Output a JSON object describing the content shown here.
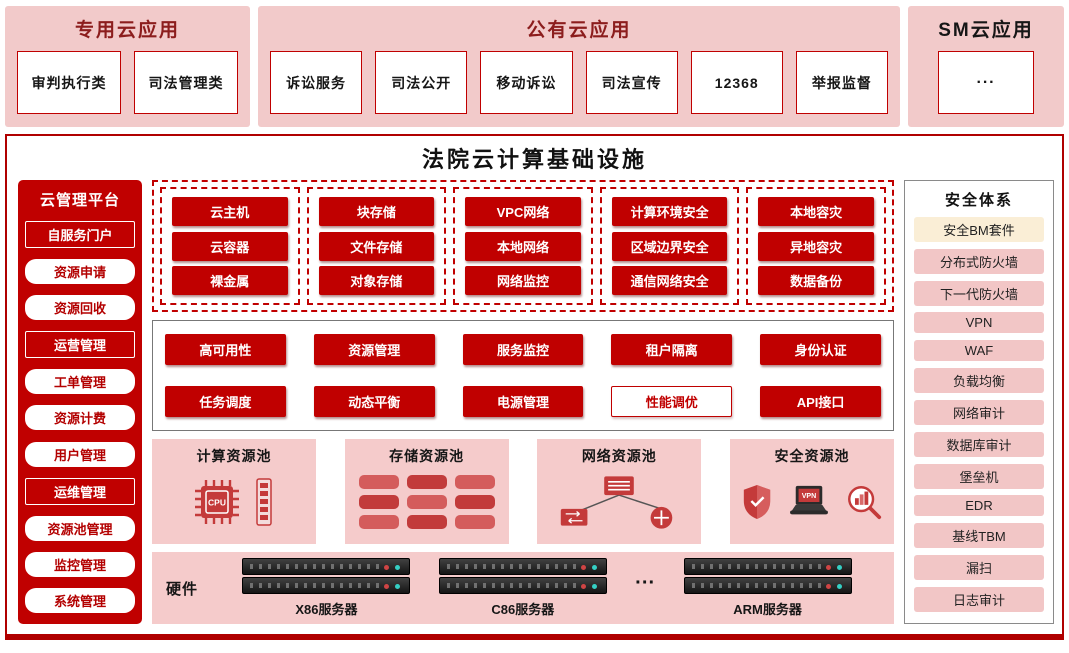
{
  "top": {
    "panels": [
      {
        "title": "专用云应用",
        "items": [
          "审判执行类",
          "司法管理类"
        ]
      },
      {
        "title": "公有云应用",
        "items": [
          "诉讼服务",
          "司法公开",
          "移动诉讼",
          "司法宣传",
          "12368",
          "举报监督"
        ]
      },
      {
        "title": "SM云应用",
        "items": [
          "···"
        ]
      }
    ]
  },
  "main": {
    "title": "法院云计算基础设施",
    "cloud_platform": {
      "title": "云管理平台",
      "sections": [
        {
          "header": "自服务门户",
          "items": [
            "资源申请",
            "资源回收"
          ]
        },
        {
          "header": "运营管理",
          "items": [
            "工单管理",
            "资源计费",
            "用户管理"
          ]
        },
        {
          "header": "运维管理",
          "items": [
            "资源池管理",
            "监控管理",
            "系统管理"
          ]
        }
      ]
    },
    "service_columns": [
      [
        "云主机",
        "云容器",
        "裸金属"
      ],
      [
        "块存储",
        "文件存储",
        "对象存储"
      ],
      [
        "VPC网络",
        "本地网络",
        "网络监控"
      ],
      [
        "计算环境安全",
        "区域边界安全",
        "通信网络安全"
      ],
      [
        "本地容灾",
        "异地容灾",
        "数据备份"
      ]
    ],
    "management_rows": [
      [
        "高可用性",
        "资源管理",
        "服务监控",
        "租户隔离",
        "身份认证"
      ],
      [
        "任务调度",
        "动态平衡",
        "电源管理",
        "性能调优",
        "API接口"
      ]
    ],
    "resource_pools": [
      {
        "title": "计算资源池"
      },
      {
        "title": "存储资源池"
      },
      {
        "title": "网络资源池"
      },
      {
        "title": "安全资源池"
      }
    ],
    "hardware": {
      "label": "硬件",
      "servers": [
        "X86服务器",
        "C86服务器",
        "ARM服务器"
      ],
      "ellipsis": "···"
    },
    "security": {
      "title": "安全体系",
      "items": [
        "安全BM套件",
        "分布式防火墙",
        "下一代防火墙",
        "VPN",
        "WAF",
        "负载均衡",
        "网络审计",
        "数据库审计",
        "堡垒机",
        "EDR",
        "基线TBM",
        "漏扫",
        "日志审计"
      ]
    }
  },
  "colors": {
    "brand_red": "#c00000",
    "panel_pink": "#f2caca",
    "cream_highlight": "#faeed6",
    "border_red": "#b00000"
  },
  "icons": {
    "compute": [
      "cpu-icon",
      "memory-icon"
    ],
    "storage": [
      "disk-stack-icon"
    ],
    "network": [
      "network-topology-icon"
    ],
    "security": [
      "shield-icon",
      "vpn-laptop-icon",
      "scan-magnifier-icon"
    ],
    "hardware": [
      "server-rack-icon"
    ]
  }
}
